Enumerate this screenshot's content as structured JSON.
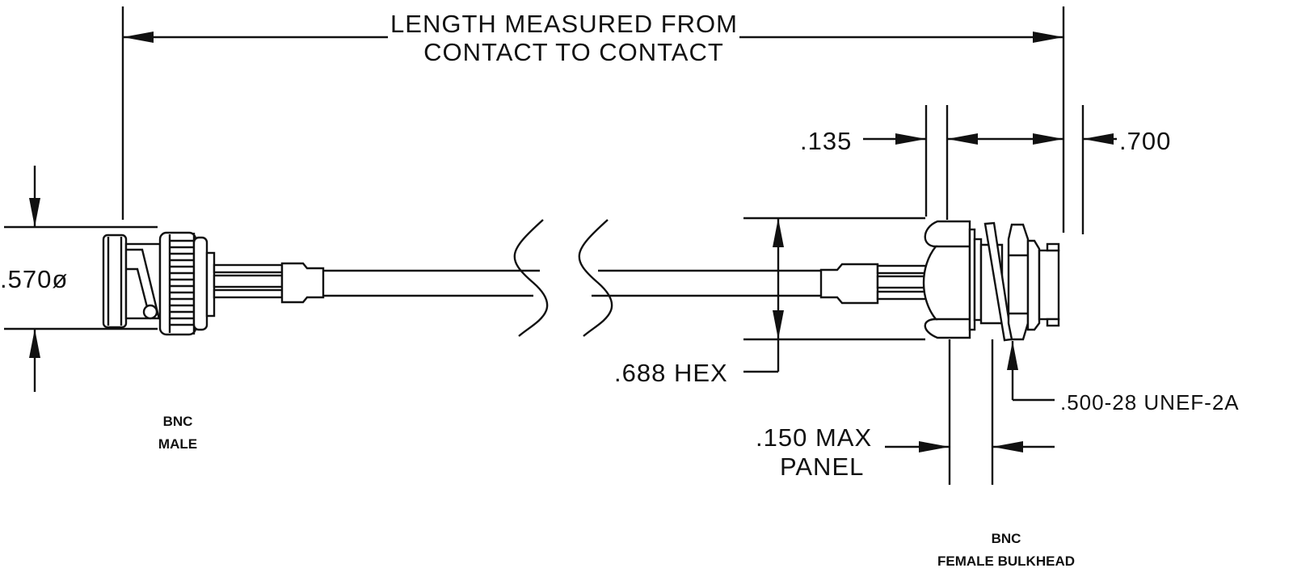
{
  "drawing": {
    "length_note": [
      "LENGTH MEASURED FROM",
      "CONTACT TO CONTACT"
    ],
    "dimensions": {
      "diameter": ".570ø",
      "hex": ".688 HEX",
      "flange": ".135",
      "body_length": ".700",
      "thread": ".500-28 UNEF-2A",
      "panel": [
        ".150 MAX",
        "PANEL"
      ]
    },
    "connectors": {
      "left": [
        "BNC",
        "MALE"
      ],
      "right": [
        "BNC",
        "FEMALE BULKHEAD"
      ]
    }
  }
}
